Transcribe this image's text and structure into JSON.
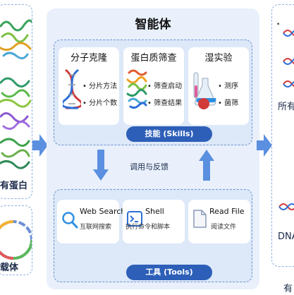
{
  "colors": {
    "accent": "#2d5fb8",
    "panel": "#e9f0fb",
    "arrow": "#5b8fe0",
    "border": "#6d93d3"
  },
  "left": {
    "protein_label": "有蛋白",
    "carrier_label": "载体"
  },
  "agent": {
    "title": "智能体"
  },
  "skills": {
    "footer": "技能 (Skills)",
    "cards": [
      {
        "title": "分子克隆",
        "icon": "dna-helix-icon",
        "items": [
          "• 分片方法",
          "• 分片个数"
        ]
      },
      {
        "title": "蛋白质筛查",
        "icon": "protein-structure-icon",
        "items": [
          "• 筛查启动",
          "• 筛查结果"
        ]
      },
      {
        "title": "湿实验",
        "icon": "lab-flask-icon",
        "items": [
          "• 测序",
          "• 菌筛"
        ]
      }
    ]
  },
  "middle": {
    "label": "调用与反馈"
  },
  "tools": {
    "footer": "工具 (Tools)",
    "cards": [
      {
        "title": "Web Search",
        "subtitle": "互联网搜索",
        "icon": "search-icon"
      },
      {
        "title": "Shell",
        "subtitle": "执行命令和脚本",
        "icon": "terminal-icon"
      },
      {
        "title": "Read File",
        "subtitle": "阅读文件",
        "icon": "file-icon"
      }
    ]
  },
  "right": {
    "label_1": "所有",
    "label_2": "DNA",
    "label_3": "有"
  }
}
